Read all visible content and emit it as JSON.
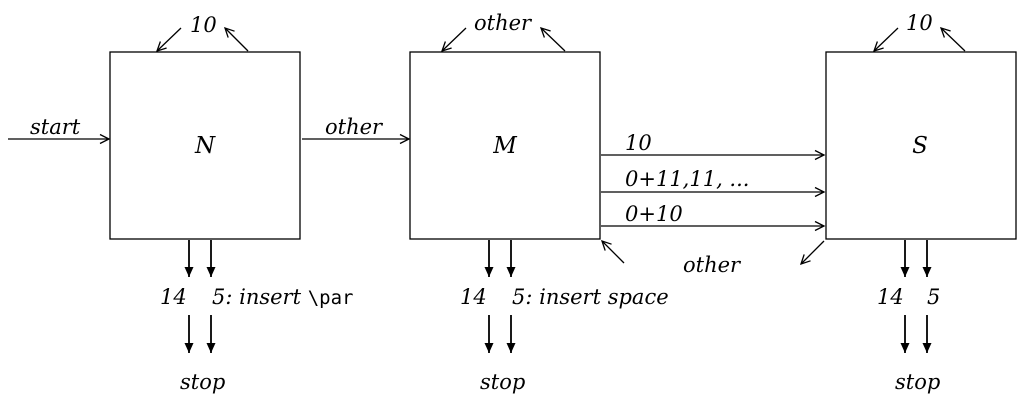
{
  "states": {
    "N": "N",
    "M": "M",
    "S": "S"
  },
  "labels": {
    "start": "start",
    "n_loop": "10",
    "n_to_m": "other",
    "m_loop": "other",
    "m_to_s_1": "10",
    "m_to_s_2": "0+11,11, ...",
    "m_to_s_3": "0+10",
    "s_to_m": "other",
    "s_loop": "10",
    "n_out_left": "14",
    "n_out_right_prefix": "5: insert ",
    "n_out_right_code": "\\par",
    "m_out_left": "14",
    "m_out_right": "5: insert space",
    "s_out_left": "14",
    "s_out_right": "5",
    "stop_n": "stop",
    "stop_m": "stop",
    "stop_s": "stop"
  }
}
